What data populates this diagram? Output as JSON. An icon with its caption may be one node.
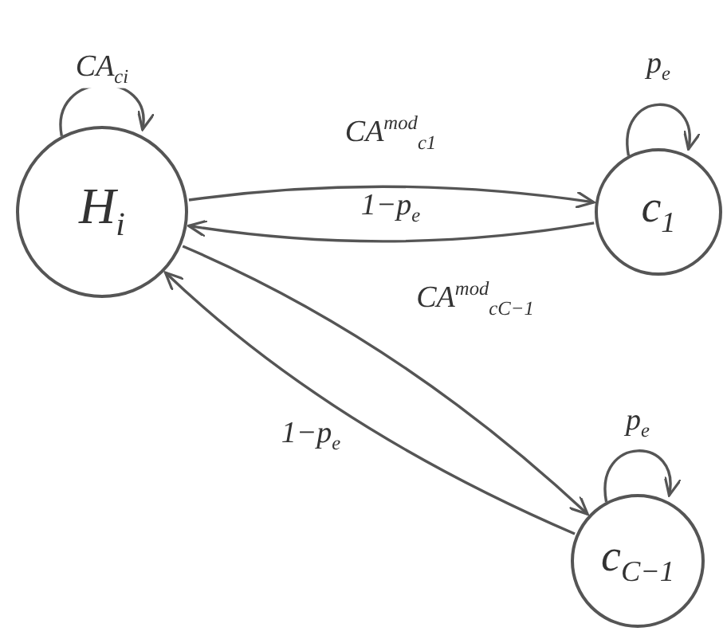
{
  "diagram": {
    "nodes": [
      {
        "text": [
          "H$_{i}$"
        ]
      },
      {
        "text": [
          "c$_{1}$"
        ]
      },
      {
        "text": [
          "c$_{C−1}$"
        ]
      }
    ],
    "edges": [
      {
        "from": 0,
        "to": 0,
        "arrow": "to",
        "label": "CA$_{ci}$"
      },
      {
        "from": 0,
        "to": 1,
        "arrow": "to",
        "label": "CA$^{mod}$$_{c1}$"
      },
      {
        "from": 1,
        "to": 0,
        "arrow": "to",
        "label": "1−p$_{e}$"
      },
      {
        "from": 1,
        "to": 1,
        "arrow": "to",
        "label": "p$_{e}$"
      },
      {
        "from": 0,
        "to": 2,
        "arrow": "to",
        "label": "CA$^{mod}$$_{cC−1}$"
      },
      {
        "from": 2,
        "to": 0,
        "arrow": "to",
        "label": "1−p$_{e}$"
      },
      {
        "from": 2,
        "to": 2,
        "arrow": "to",
        "label": "p$_{e}$"
      }
    ]
  }
}
